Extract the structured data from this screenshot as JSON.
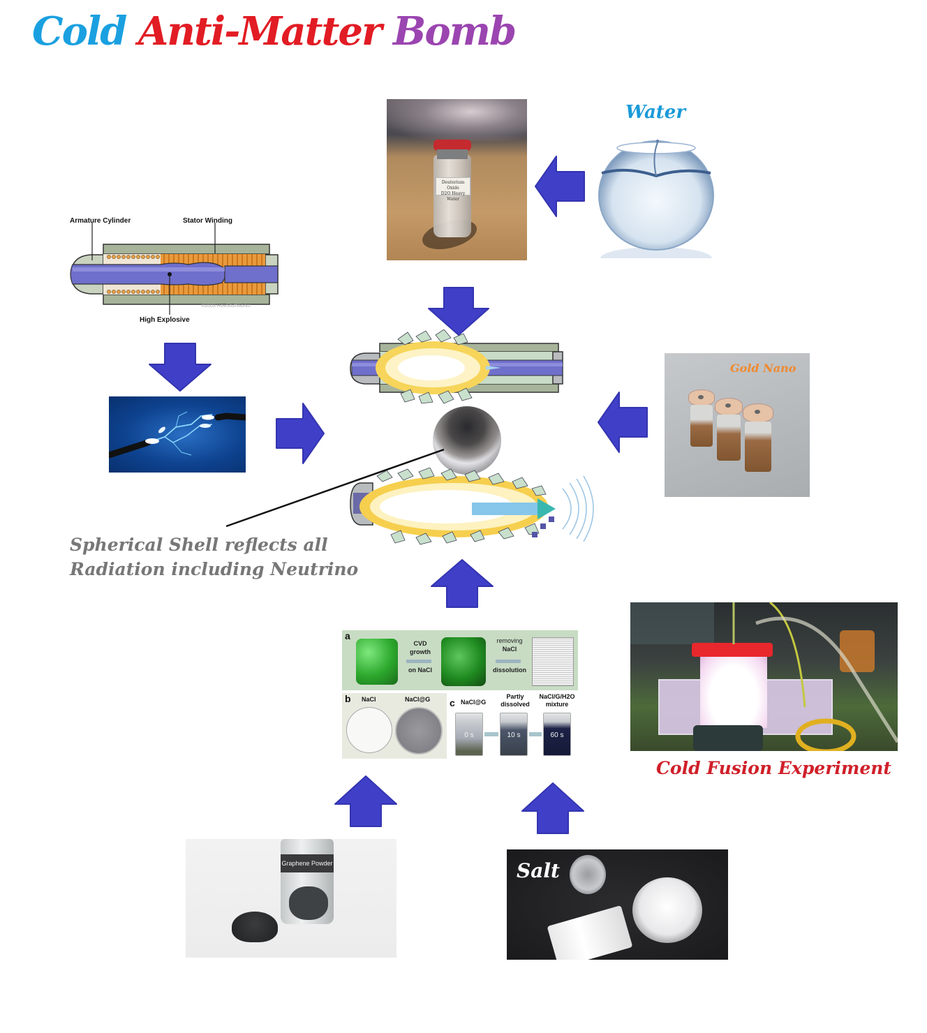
{
  "title": {
    "parts": [
      {
        "text": "Cold",
        "color": "#1aa0e0"
      },
      {
        "text": "Anti-Matter",
        "color": "#e21c24"
      },
      {
        "text": "Bomb",
        "color": "#9b45b0"
      }
    ]
  },
  "colors": {
    "arrow": "#3f3fc8",
    "arrow_dark": "#2e2eaa"
  },
  "coilgun_diagram": {
    "labels": {
      "armature": "Armature Cylinder",
      "stator": "Stator Winding",
      "explosive": "High Explosive",
      "copyright": "©2003 HowStuffWorks"
    }
  },
  "heavy_water_vial": {
    "label_line1": "Deuterium Oxide",
    "label_line2": "D2O Heavy Water"
  },
  "water": {
    "caption": "Water",
    "caption_color": "#1a9ad8"
  },
  "gold_nano": {
    "caption": "Gold Nano",
    "caption_color": "#f08a30"
  },
  "sphere_annotation": {
    "line1": "Spherical Shell reflects all",
    "line2": "Radiation including Neutrino",
    "color": "#777777"
  },
  "graphene_process": {
    "panel_a": {
      "letter": "a",
      "step1_line1": "CVD",
      "step1_line2": "growth",
      "step1_line3": "on NaCl",
      "step2_line1": "removing",
      "step2_line2": "NaCl",
      "step2_line3": "dissolution"
    },
    "panel_b": {
      "letter": "b",
      "dish1": "NaCl",
      "dish2": "NaCl@G"
    },
    "panel_c": {
      "letter": "c",
      "beaker1_label": "NaCl@G",
      "beaker2_label_line1": "Partly",
      "beaker2_label_line2": "dissolved",
      "beaker3_label_line1": "NaCl/G/H2O",
      "beaker3_label_line2": "mixture",
      "time1": "0 s",
      "time2": "10 s",
      "time3": "60 s"
    }
  },
  "cold_fusion": {
    "caption": "Cold Fusion Experiment",
    "caption_color": "#d0202a"
  },
  "graphene_powder": {
    "jar_label": "Graphene Powder"
  },
  "salt": {
    "caption": "Salt"
  }
}
